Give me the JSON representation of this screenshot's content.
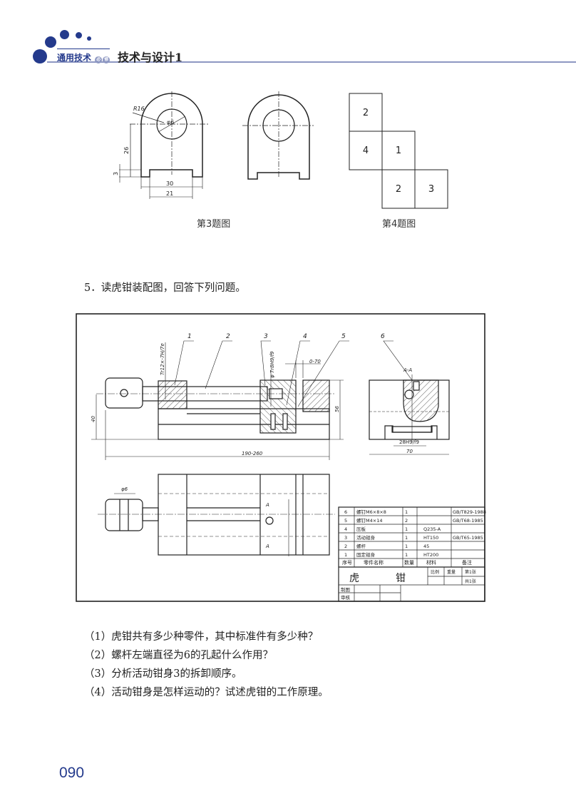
{
  "header": {
    "series": "通用技术",
    "badge": [
      "必",
      "修"
    ],
    "book_title": "技术与设计1"
  },
  "fig3": {
    "caption": "第3题图",
    "dims": {
      "radius": "R16",
      "diameter": "φ6",
      "height": "26",
      "step": "3",
      "width_outer": "30",
      "width_inner": "21"
    }
  },
  "fig4": {
    "caption": "第4题图",
    "cells": [
      "2",
      "4",
      "1",
      "2",
      "3"
    ]
  },
  "question5": {
    "title": "5．读虎钳装配图，回答下列问题。",
    "sub_questions": [
      "（1）虎钳共有多少种零件，其中标准件有多少种？",
      "（2）螺杆左端直径为6的孔起什么作用？",
      "（3）分析活动钳身3的拆卸顺序。",
      "（4）活动钳身是怎样运动的？试述虎钳的工作原理。"
    ]
  },
  "drawing": {
    "part_labels": [
      "1",
      "2",
      "3",
      "4",
      "5",
      "6"
    ],
    "annotations": {
      "thread": "Tr12×-7H/7e",
      "fit": "φ 7r8H9/f9",
      "range_small": "0-70",
      "height_40": "40",
      "height_right": "56",
      "length": "190-260",
      "section": "A-A",
      "slot_fit": "28H9/f9",
      "width_70": "70",
      "hole": "φ6",
      "section_mark": "A"
    },
    "parts_table": {
      "rows": [
        {
          "no": "6",
          "name": "螺钉M6×8×8",
          "qty": "1",
          "material": "",
          "note": "GB/T829-1988"
        },
        {
          "no": "5",
          "name": "螺钉M4×14",
          "qty": "2",
          "material": "",
          "note": "GB/T68-1985"
        },
        {
          "no": "4",
          "name": "压板",
          "qty": "1",
          "material": "Q235-A",
          "note": ""
        },
        {
          "no": "3",
          "name": "活动钳身",
          "qty": "1",
          "material": "HT150",
          "note": "GB/T65-1985"
        },
        {
          "no": "2",
          "name": "螺杆",
          "qty": "1",
          "material": "45",
          "note": ""
        },
        {
          "no": "1",
          "name": "固定钳身",
          "qty": "1",
          "material": "HT200",
          "note": ""
        }
      ],
      "headers": {
        "no": "序号",
        "name": "零件名称",
        "qty": "数量",
        "material": "材料",
        "note": "备注"
      },
      "title": [
        "虎",
        "钳"
      ],
      "scale_label": "比例",
      "weight_label": "重量",
      "sheet": "第1张",
      "total": "共1张",
      "drawn_by": "制图",
      "checked_by": "审核"
    }
  },
  "page_number": "090"
}
